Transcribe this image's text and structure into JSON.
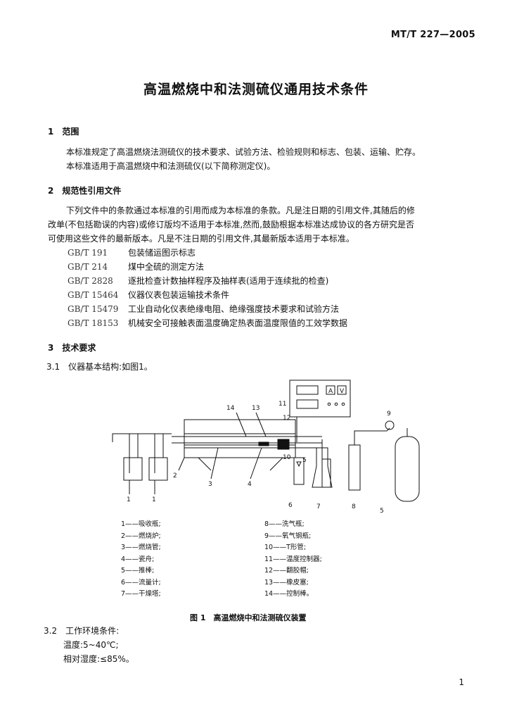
{
  "header": {
    "std_number": "MT/T 227—2005"
  },
  "title": "高温燃烧中和法测硫仪通用技术条件",
  "section1": {
    "heading": "1　范围",
    "p1": "本标准规定了高温燃烧法测硫仪的技术要求、试验方法、检验规则和标志、包装、运输、贮存。",
    "p2": "本标准适用于高温燃烧中和法测硫仪(以下简称测定仪)。"
  },
  "section2": {
    "heading": "2　规范性引用文件",
    "para": [
      "下列文件中的条款通过本标准的引用而成为本标准的条款。凡是注日期的引用文件,其随后的修",
      "改单(不包括勘误的内容)或修订版均不适用于本标准,然而,鼓励根据本标准达成协议的各方研究是否",
      "可使用这些文件的最新版本。凡是不注日期的引用文件,其最新版本适用于本标准。"
    ],
    "refs": [
      {
        "code": "GB/T 191",
        "text": "包装储运图示标志"
      },
      {
        "code": "GB/T 214",
        "text": "煤中全硫的测定方法"
      },
      {
        "code": "GB/T 2828",
        "text": "逐批检查计数抽样程序及抽样表(适用于连续批的检查)"
      },
      {
        "code": "GB/T 15464",
        "text": "仪器仪表包装运输技术条件"
      },
      {
        "code": "GB/T 15479",
        "text": "工业自动化仪表绝缘电阻、绝缘强度技术要求和试验方法"
      },
      {
        "code": "GB/T 18153",
        "text": "机械安全可接触表面温度确定热表面温度限值的工效学数据"
      }
    ]
  },
  "section3": {
    "heading": "3　技术要求",
    "s31": "3.1　仪器基本结构:如图1。",
    "s32": "3.2　工作环境条件:",
    "temp": "温度:5~40℃;",
    "humidity": "相对湿度:≤85%。"
  },
  "figure": {
    "caption": "图 1　高温燃烧中和法测硫仪装置",
    "controller_labels": [
      "A",
      "V"
    ],
    "callouts": [
      "1",
      "1",
      "2",
      "3",
      "4",
      "5",
      "5",
      "6",
      "7",
      "8",
      "9",
      "10",
      "11",
      "12",
      "13",
      "14"
    ],
    "legend_left": [
      "1——吸收瓶;",
      "2——燃烧炉;",
      "3——燃烧管;",
      "4——瓷舟;",
      "5——推棒;",
      "6——流量计;",
      "7——干燥塔;"
    ],
    "legend_right": [
      "8——洗气瓶;",
      "9——氧气钢瓶;",
      "10——T形管;",
      "11——温度控制器;",
      "12——翻胶帽;",
      "13——橡皮塞;",
      "14——控制棒。"
    ]
  },
  "page_number": "1"
}
